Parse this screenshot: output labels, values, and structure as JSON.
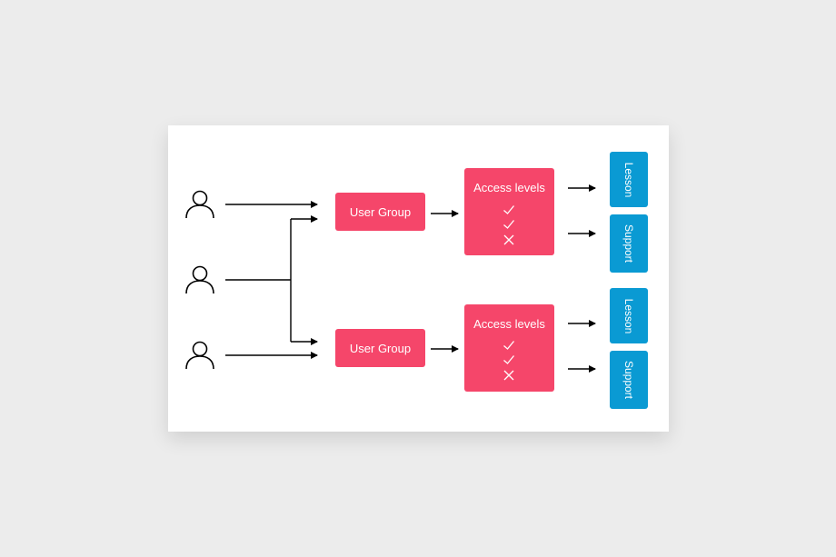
{
  "diagram": {
    "users": [
      {
        "icon": "user-icon"
      },
      {
        "icon": "user-icon"
      },
      {
        "icon": "user-icon"
      }
    ],
    "groups": [
      {
        "label": "User Group"
      },
      {
        "label": "User Group"
      }
    ],
    "access": [
      {
        "title": "Access levels",
        "levels": [
          "check",
          "check",
          "cross"
        ]
      },
      {
        "title": "Access levels",
        "levels": [
          "check",
          "check",
          "cross"
        ]
      }
    ],
    "resources": [
      {
        "label": "Lesson"
      },
      {
        "label": "Support"
      },
      {
        "label": "Lesson"
      },
      {
        "label": "Support"
      }
    ],
    "colors": {
      "background": "#ececec",
      "card": "#ffffff",
      "group_fill": "#f5466a",
      "access_fill": "#f5466a",
      "resource_fill": "#0a9ad3",
      "edge": "#000000"
    }
  }
}
